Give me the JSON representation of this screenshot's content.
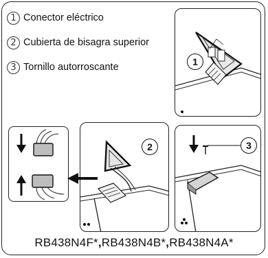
{
  "legend": [
    {
      "num": "1",
      "text": "Conector eléctrico"
    },
    {
      "num": "2",
      "text": "Cubierta de bisagra superior"
    },
    {
      "num": "3",
      "text": "Tornillo autorroscante"
    }
  ],
  "callouts": {
    "step1": "1",
    "step2": "2",
    "step3": "3"
  },
  "models": {
    "m1": "RB438N4F*",
    "sep": ",",
    "m2": "RB438N4B*",
    "m3": "RB438N4A*"
  },
  "colors": {
    "line": "#222222",
    "fill_dark": "#3a3a3a",
    "background": "#ffffff"
  },
  "icons": [
    "down-arrow-icon",
    "up-arrow-icon",
    "left-arrow-icon",
    "screw-icon",
    "dot-marker-icon"
  ]
}
